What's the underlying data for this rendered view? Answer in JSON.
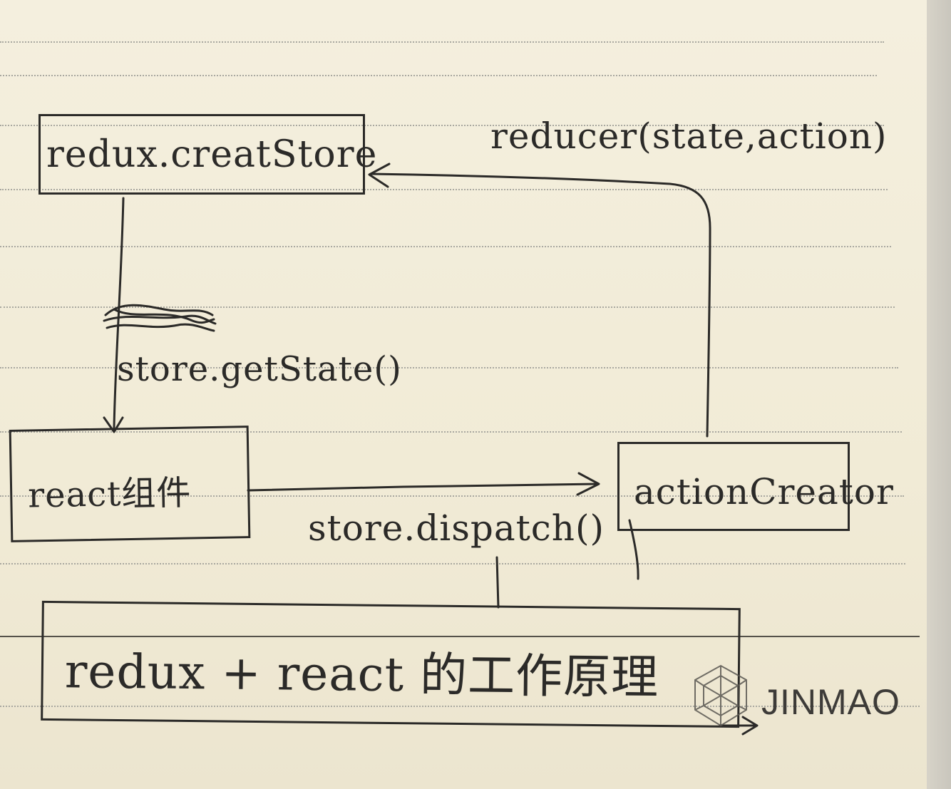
{
  "diagram": {
    "nodes": {
      "create_store": "redux.creatStore",
      "react_component": "react组件",
      "action_creator": "actionCreator",
      "title": "redux + react 的工作原理"
    },
    "edges": {
      "get_state": "store.getState()",
      "dispatch": "store.dispatch()",
      "reducer": "reducer(state,action)"
    }
  },
  "watermark": {
    "brand": "JINMAO",
    "logo_icon": "geodesic-sphere-icon"
  },
  "colors": {
    "ink": "#2b2a28",
    "paper": "#f1ecd9",
    "rule": "#a9a8a0"
  }
}
